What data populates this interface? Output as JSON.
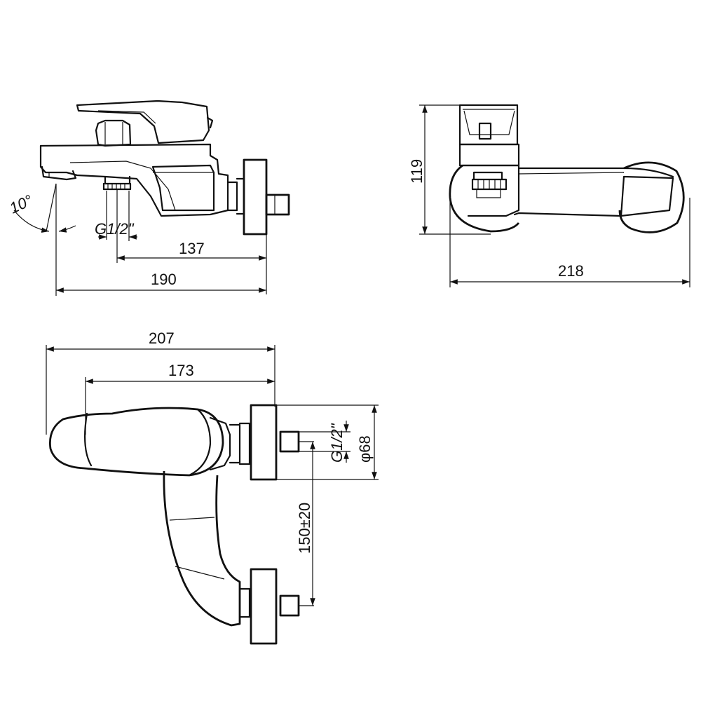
{
  "front_view": {
    "angle_label": "10°",
    "thread_label": "G1/2\"",
    "dim_inner": "137",
    "dim_overall": "190"
  },
  "side_view": {
    "height_label": "119",
    "depth_label": "218"
  },
  "top_view": {
    "dim_overall": "207",
    "dim_inner": "173",
    "thread_label": "G1/2\"",
    "flange_diameter": "φ68",
    "centers_label": "150±20"
  }
}
